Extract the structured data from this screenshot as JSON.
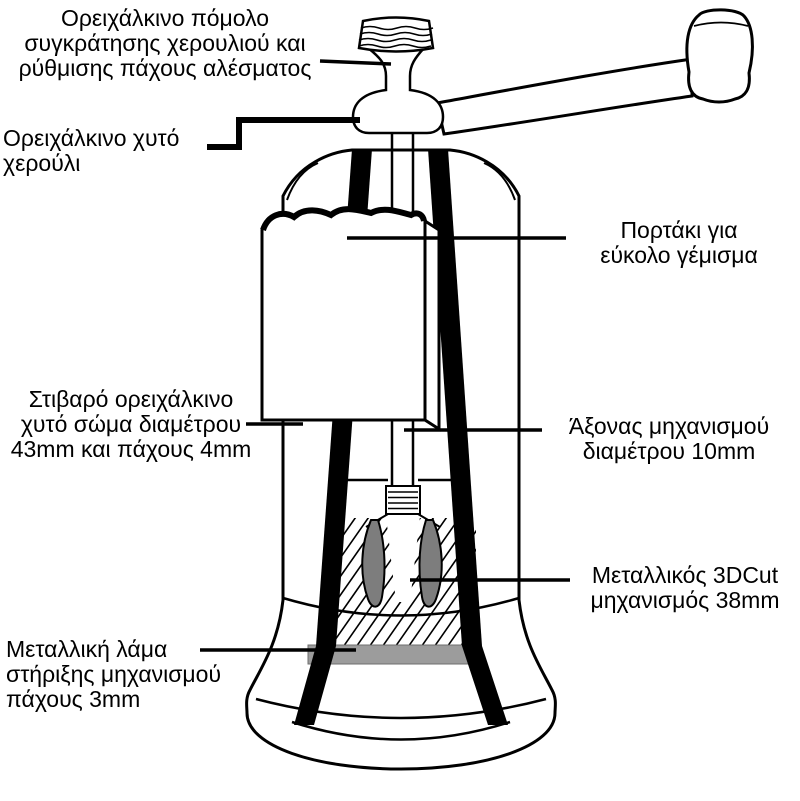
{
  "figure": {
    "kind": "annotated cutaway diagram",
    "subject": "pepper mill (brass grinder) cross-section"
  },
  "colors": {
    "background": "#ffffff",
    "line": "#000000",
    "plate": "#9c9c9c",
    "teeth": "#7d7d7d"
  },
  "labels": {
    "knob": {
      "lines": [
        "Ορειχάλκινο πόμολο",
        "συγκράτησης χερουλιού και",
        "ρύθμισης πάχους αλέσματος"
      ]
    },
    "handle": {
      "lines": [
        "Ορειχάλκινο χυτό",
        "χερούλι"
      ]
    },
    "door": {
      "lines": [
        "Πορτάκι για",
        "εύκολο γέμισμα"
      ]
    },
    "body": {
      "lines": [
        "Στιβαρό ορειχάλκινο",
        "χυτό σώμα διαμέτρου",
        "43mm και πάχους 4mm"
      ]
    },
    "shaft": {
      "lines": [
        "Άξονας μηχανισμού",
        "διαμέτρου 10mm"
      ]
    },
    "mechanism": {
      "lines": [
        "Μεταλλικός 3DCut",
        "μηχανισμός 38mm"
      ]
    },
    "plate": {
      "lines": [
        "Μεταλλική λάμα",
        "στήριξης μηχανισμού",
        "πάχους 3mm"
      ]
    }
  }
}
